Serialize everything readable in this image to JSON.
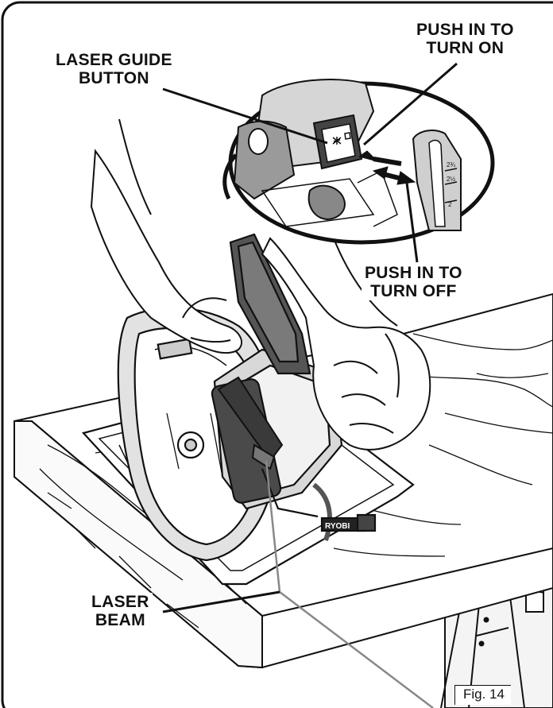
{
  "callouts": {
    "laser_guide_button": [
      "LASER GUIDE",
      "BUTTON"
    ],
    "push_turn_on": [
      "PUSH IN TO",
      "TURN ON"
    ],
    "push_turn_off": [
      "PUSH IN TO",
      "TURN OFF"
    ],
    "laser_beam": [
      "LASER",
      "BEAM"
    ]
  },
  "figure_label": "Fig. 14",
  "brand_badge": "RYOBI",
  "gauge_marks": [
    "2¾",
    "2½",
    "2"
  ],
  "colors": {
    "line": "#111111",
    "background": "#ffffff",
    "laser_beam": "#888888"
  }
}
